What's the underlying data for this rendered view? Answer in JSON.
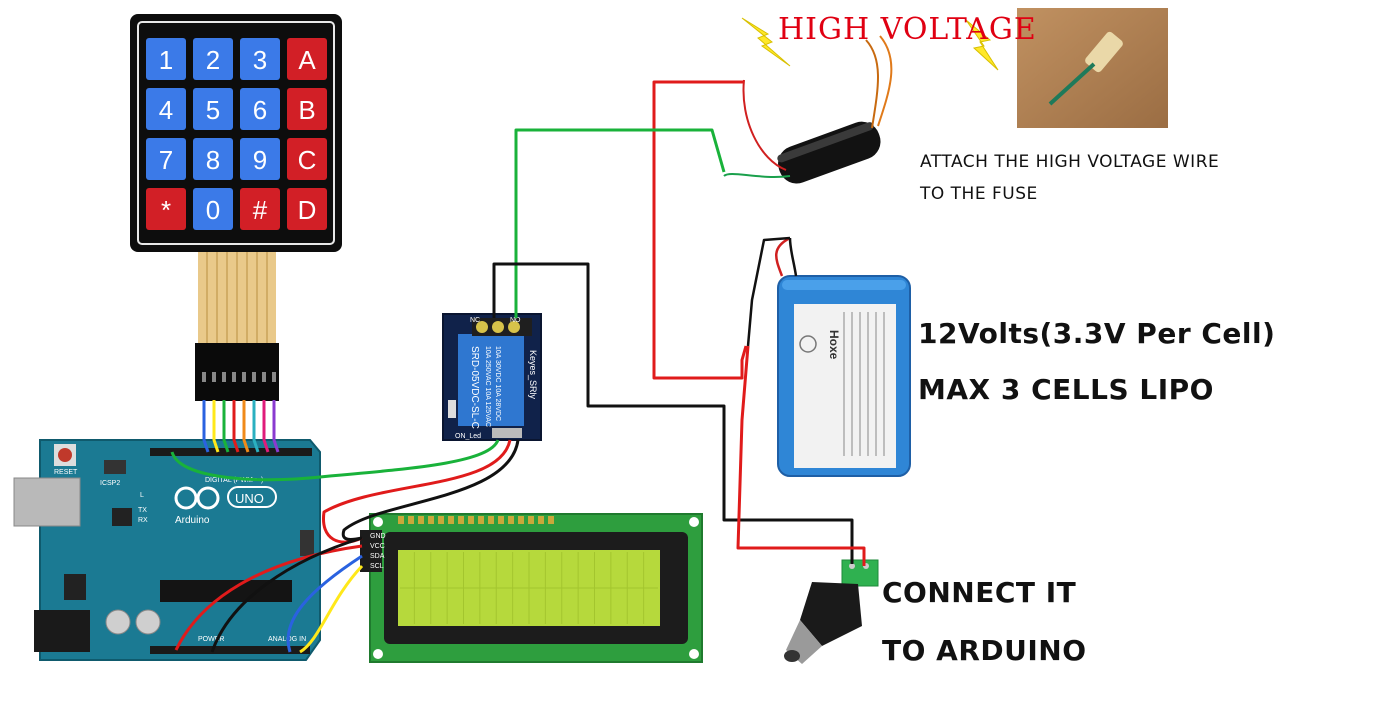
{
  "keypad": {
    "keys": [
      "1",
      "2",
      "3",
      "A",
      "4",
      "5",
      "6",
      "B",
      "7",
      "8",
      "9",
      "C",
      "*",
      "0",
      "#",
      "D"
    ],
    "blue": "#3b7ae8",
    "red": "#d21f26"
  },
  "labels": {
    "high_voltage": "HIGH VOLTAGE",
    "attach_line1": "ATTACH THE HIGH VOLTAGE WIRE",
    "attach_line2": "TO THE FUSE",
    "volts_line1": "12Volts(3.3V Per Cell)",
    "volts_line2": "MAX 3 CELLS LIPO",
    "connect_line1": "CONNECT IT",
    "connect_line2": "TO ARDUINO"
  },
  "arduino": {
    "reset": "RESET",
    "brand": "Arduino",
    "model": "UNO",
    "digital": "DIGITAL (PWM=~)",
    "icsp": "ICSP2",
    "tx": "TX",
    "rx": "RX",
    "l": "L",
    "power": "POWER",
    "analog": "ANALOG IN",
    "color": "#1b7a93"
  },
  "relay": {
    "model": "SRD-05VDC-SL-C",
    "brand": "Keyes_SRly",
    "nc": "NC",
    "no": "NO",
    "on_led": "ON_Led",
    "rating1": "10A 250VAC  10A 125VAC",
    "rating2": "10A 30VDC  10A 28VDC"
  },
  "lcd": {
    "pins": [
      "GND",
      "VCC",
      "SDA",
      "SCL"
    ],
    "screen_color": "#b6d93c"
  },
  "battery": {
    "brand": "Hoxe",
    "color": "#2f86d6"
  },
  "wire_colors": {
    "red": "#e01b1b",
    "black": "#111111",
    "green": "#19b23a",
    "yellow": "#ffe81a",
    "blue": "#2a62e0"
  }
}
